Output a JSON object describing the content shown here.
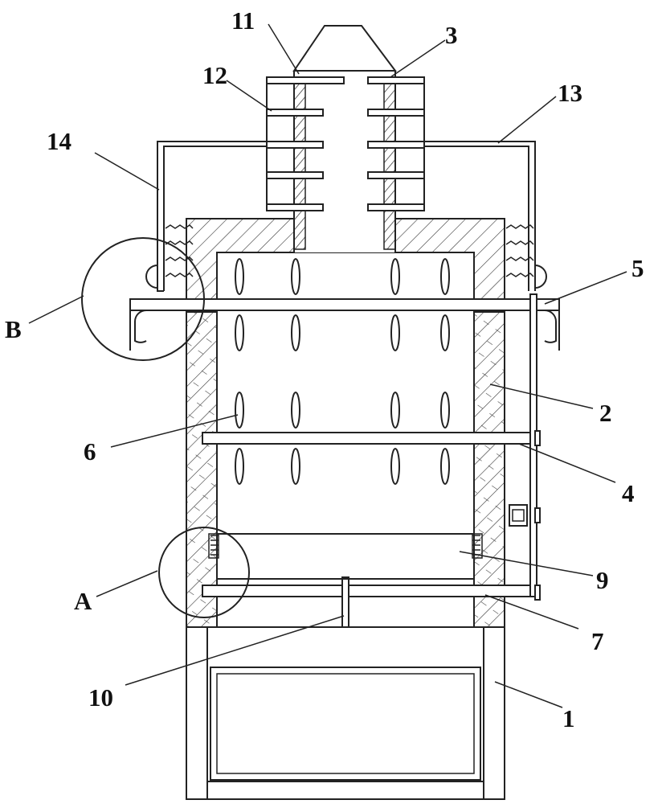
{
  "figure": {
    "callouts": {
      "c1": "1",
      "c2": "2",
      "c3": "3",
      "c4": "4",
      "c5": "5",
      "c6": "6",
      "c7": "7",
      "c9": "9",
      "c10": "10",
      "c11": "11",
      "c12": "12",
      "c13": "13",
      "c14": "14",
      "cA": "A",
      "cB": "B"
    },
    "colors": {
      "line": "#222222",
      "hatch": "#333333",
      "background": "#ffffff"
    }
  }
}
